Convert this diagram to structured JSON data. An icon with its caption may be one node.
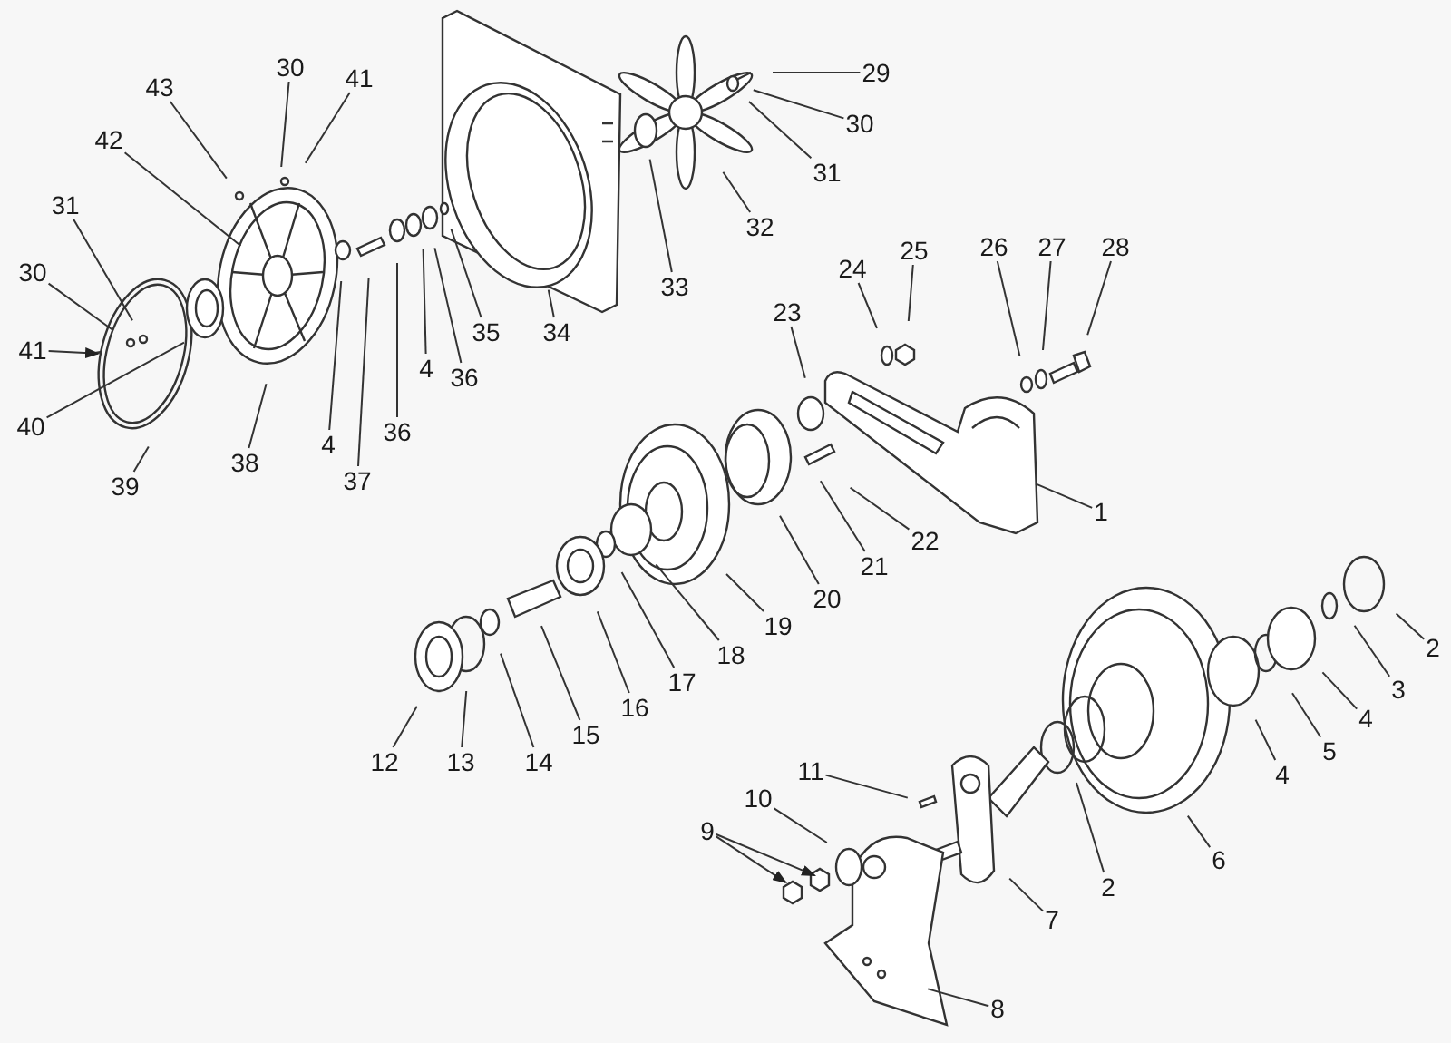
{
  "diagram": {
    "nodes": [
      {
        "text": [
          "30"
        ]
      },
      {
        "text": [
          "41"
        ]
      },
      {
        "text": [
          "29"
        ]
      },
      {
        "text": [
          "43"
        ]
      },
      {
        "text": [
          "30"
        ]
      },
      {
        "text": [
          "42"
        ]
      },
      {
        "text": [
          "31"
        ]
      },
      {
        "text": [
          "31"
        ]
      },
      {
        "text": [
          "32"
        ]
      },
      {
        "text": [
          "33"
        ]
      },
      {
        "text": [
          "24"
        ]
      },
      {
        "text": [
          "25"
        ]
      },
      {
        "text": [
          "26"
        ]
      },
      {
        "text": [
          "27"
        ]
      },
      {
        "text": [
          "28"
        ]
      },
      {
        "text": [
          "30"
        ]
      },
      {
        "text": [
          "34"
        ]
      },
      {
        "text": [
          "35"
        ]
      },
      {
        "text": [
          "23"
        ]
      },
      {
        "text": [
          "41"
        ]
      },
      {
        "text": [
          "4"
        ]
      },
      {
        "text": [
          "36"
        ]
      },
      {
        "text": [
          "40"
        ]
      },
      {
        "text": [
          "36"
        ]
      },
      {
        "text": [
          "38"
        ]
      },
      {
        "text": [
          "39"
        ]
      },
      {
        "text": [
          "4"
        ]
      },
      {
        "text": [
          "37"
        ]
      },
      {
        "text": [
          "22"
        ]
      },
      {
        "text": [
          "1"
        ]
      },
      {
        "text": [
          "21"
        ]
      },
      {
        "text": [
          "20"
        ]
      },
      {
        "text": [
          "19"
        ]
      },
      {
        "text": [
          "18"
        ]
      },
      {
        "text": [
          "17"
        ]
      },
      {
        "text": [
          "16"
        ]
      },
      {
        "text": [
          "15"
        ]
      },
      {
        "text": [
          "14"
        ]
      },
      {
        "text": [
          "13"
        ]
      },
      {
        "text": [
          "12"
        ]
      },
      {
        "text": [
          "2"
        ]
      },
      {
        "text": [
          "3"
        ]
      },
      {
        "text": [
          "4"
        ]
      },
      {
        "text": [
          "5"
        ]
      },
      {
        "text": [
          "4"
        ]
      },
      {
        "text": [
          "11"
        ]
      },
      {
        "text": [
          "10"
        ]
      },
      {
        "text": [
          "9"
        ]
      },
      {
        "text": [
          "6"
        ]
      },
      {
        "text": [
          "2"
        ]
      },
      {
        "text": [
          "7"
        ]
      },
      {
        "text": [
          "8"
        ]
      }
    ],
    "edges": [
      {
        "from": 0,
        "to": null,
        "arrow": "none"
      },
      {
        "from": 1,
        "to": null,
        "arrow": "none"
      },
      {
        "from": 2,
        "to": null,
        "arrow": "none"
      },
      {
        "from": 3,
        "to": null,
        "arrow": "none"
      },
      {
        "from": 4,
        "to": null,
        "arrow": "none"
      },
      {
        "from": 5,
        "to": null,
        "arrow": "none"
      },
      {
        "from": 6,
        "to": null,
        "arrow": "none"
      },
      {
        "from": 7,
        "to": null,
        "arrow": "none"
      },
      {
        "from": 8,
        "to": null,
        "arrow": "none"
      },
      {
        "from": 9,
        "to": null,
        "arrow": "none"
      },
      {
        "from": 10,
        "to": null,
        "arrow": "none"
      },
      {
        "from": 11,
        "to": null,
        "arrow": "none"
      },
      {
        "from": 12,
        "to": null,
        "arrow": "none"
      },
      {
        "from": 13,
        "to": null,
        "arrow": "none"
      },
      {
        "from": 14,
        "to": null,
        "arrow": "none"
      },
      {
        "from": 15,
        "to": null,
        "arrow": "none"
      },
      {
        "from": 16,
        "to": null,
        "arrow": "none"
      },
      {
        "from": 17,
        "to": null,
        "arrow": "none"
      },
      {
        "from": 18,
        "to": null,
        "arrow": "none"
      },
      {
        "from": 19,
        "to": null,
        "arrow": "to"
      },
      {
        "from": 20,
        "to": null,
        "arrow": "none"
      },
      {
        "from": 21,
        "to": null,
        "arrow": "none"
      },
      {
        "from": 22,
        "to": null,
        "arrow": "none"
      },
      {
        "from": 23,
        "to": null,
        "arrow": "none"
      },
      {
        "from": 24,
        "to": null,
        "arrow": "none"
      },
      {
        "from": 25,
        "to": null,
        "arrow": "none"
      },
      {
        "from": 26,
        "to": null,
        "arrow": "none"
      },
      {
        "from": 27,
        "to": null,
        "arrow": "none"
      },
      {
        "from": 28,
        "to": null,
        "arrow": "none"
      },
      {
        "from": 29,
        "to": null,
        "arrow": "none"
      },
      {
        "from": 30,
        "to": null,
        "arrow": "none"
      },
      {
        "from": 31,
        "to": null,
        "arrow": "none"
      },
      {
        "from": 32,
        "to": null,
        "arrow": "none"
      },
      {
        "from": 33,
        "to": null,
        "arrow": "none"
      },
      {
        "from": 34,
        "to": null,
        "arrow": "none"
      },
      {
        "from": 35,
        "to": null,
        "arrow": "none"
      },
      {
        "from": 36,
        "to": null,
        "arrow": "none"
      },
      {
        "from": 37,
        "to": null,
        "arrow": "none"
      },
      {
        "from": 38,
        "to": null,
        "arrow": "none"
      },
      {
        "from": 39,
        "to": null,
        "arrow": "none"
      },
      {
        "from": 40,
        "to": null,
        "arrow": "none"
      },
      {
        "from": 41,
        "to": null,
        "arrow": "none"
      },
      {
        "from": 42,
        "to": null,
        "arrow": "none"
      },
      {
        "from": 43,
        "to": null,
        "arrow": "none"
      },
      {
        "from": 44,
        "to": null,
        "arrow": "none"
      },
      {
        "from": 45,
        "to": null,
        "arrow": "none"
      },
      {
        "from": 46,
        "to": null,
        "arrow": "none"
      },
      {
        "from": 47,
        "to": null,
        "arrow": "to"
      },
      {
        "from": 48,
        "to": null,
        "arrow": "none"
      },
      {
        "from": 49,
        "to": null,
        "arrow": "none"
      },
      {
        "from": 50,
        "to": null,
        "arrow": "none"
      },
      {
        "from": 51,
        "to": null,
        "arrow": "none"
      },
      {
        "from": 47,
        "to": null,
        "arrow": "to"
      }
    ]
  }
}
